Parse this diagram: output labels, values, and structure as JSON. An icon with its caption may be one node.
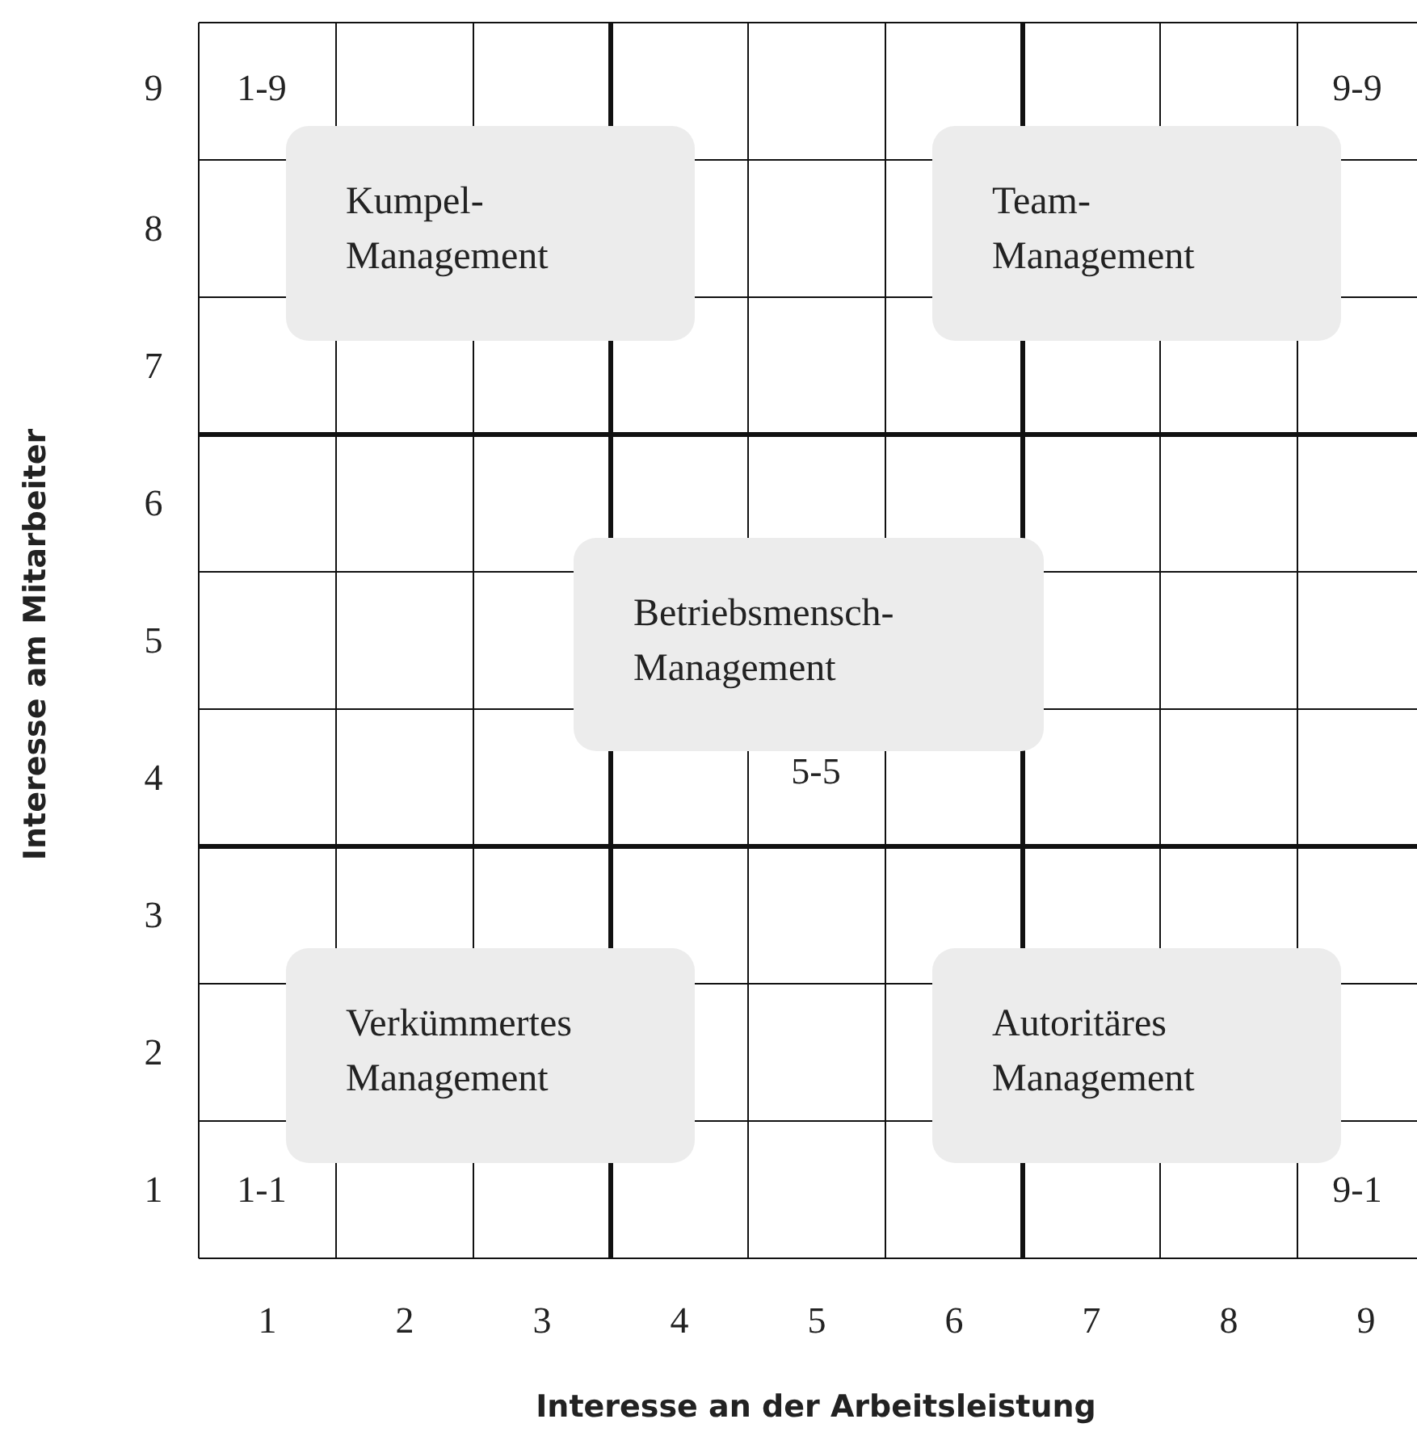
{
  "diagram": {
    "nodes": [
      {
        "text": [
          "Kumpel- Management"
        ]
      },
      {
        "text": [
          "Team- Management"
        ]
      },
      {
        "text": [
          "Betriebsmensch- Management"
        ]
      },
      {
        "text": [
          "Verkümmertes Management"
        ]
      },
      {
        "text": [
          "Autoritäres Management"
        ]
      }
    ],
    "labels": [
      "Interesse am Mitarbeiter",
      "9",
      "1-9",
      "9-9",
      "8",
      "7",
      "6",
      "5",
      "4",
      "5-5",
      "3",
      "2",
      "1",
      "1-1",
      "9-1",
      "1",
      "2",
      "3",
      "4",
      "5",
      "6",
      "7",
      "8",
      "9",
      "Interesse an der Arbeitsleistung"
    ]
  }
}
